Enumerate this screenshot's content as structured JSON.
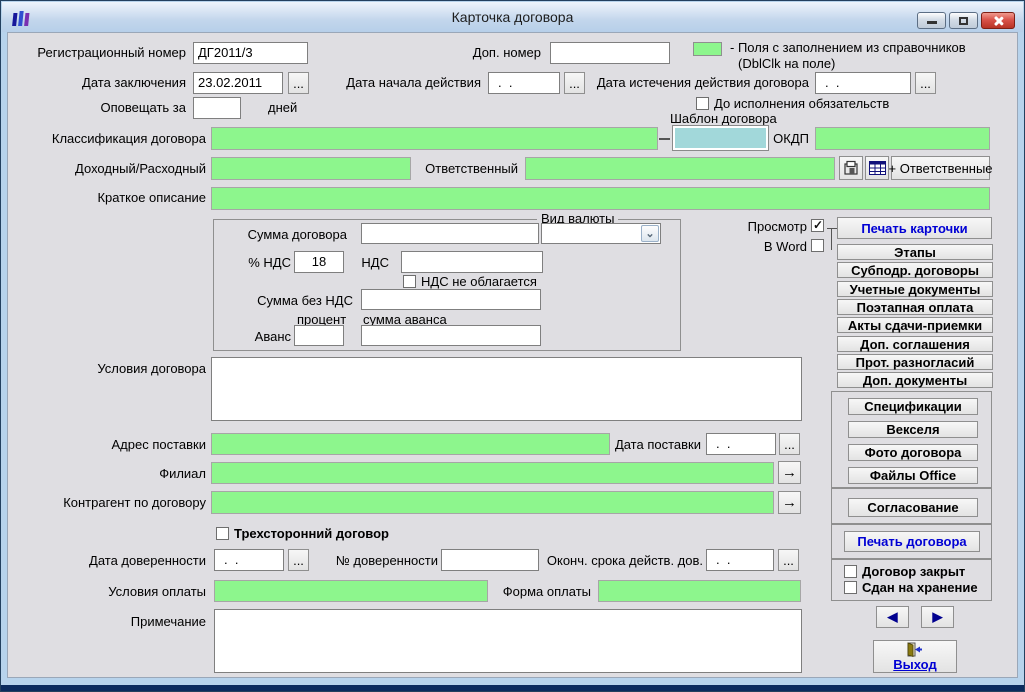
{
  "window": {
    "title": "Карточка договора"
  },
  "legend": {
    "line1": "- Поля с заполнением из справочников",
    "line2": "(DblClk на поле)"
  },
  "fields": {
    "reg_number": {
      "label": "Регистрационный номер",
      "value": "ДГ2011/3"
    },
    "extra_number": {
      "label": "Доп. номер",
      "value": ""
    },
    "conclusion_date": {
      "label": "Дата заключения",
      "value": "23.02.2011"
    },
    "start_date": {
      "label": "Дата начала действия",
      "value": ".  ."
    },
    "expiry_date": {
      "label": "Дата истечения действия договора",
      "value": ".  ."
    },
    "notify": {
      "label": "Оповещать за",
      "suffix": "дней",
      "value": ""
    },
    "classification": {
      "label": "Классификация договора",
      "value": ""
    },
    "template": {
      "label": "Шаблон договора",
      "value": ""
    },
    "okdp": {
      "label": "ОКДП",
      "value": ""
    },
    "income_expense": {
      "label": "Доходный/Расходный",
      "value": ""
    },
    "responsible": {
      "label": "Ответственный",
      "value": ""
    },
    "short_description": {
      "label": "Краткое описание",
      "value": ""
    },
    "contract_terms": {
      "label": "Условия договора",
      "value": ""
    },
    "delivery_address": {
      "label": "Адрес поставки",
      "value": ""
    },
    "delivery_date": {
      "label": "Дата поставки",
      "value": ".  ."
    },
    "branch": {
      "label": "Филиал",
      "value": ""
    },
    "counterparty": {
      "label": "Контрагент по договору",
      "value": ""
    },
    "poa_date": {
      "label": "Дата доверенности",
      "value": ".  ."
    },
    "poa_number": {
      "label": "№ доверенности",
      "value": ""
    },
    "poa_expiry": {
      "label": "Оконч. срока действ. дов.",
      "value": ".  ."
    },
    "payment_terms": {
      "label": "Условия оплаты",
      "value": ""
    },
    "payment_form": {
      "label": "Форма оплаты",
      "value": ""
    },
    "note": {
      "label": "Примечание",
      "value": ""
    }
  },
  "currency_group": {
    "title": "Вид валюты",
    "contract_sum_label": "Сумма договора",
    "vat_percent_label": "% НДС",
    "vat_percent_value": "18",
    "vat_label": "НДС",
    "vat_exempt_label": "НДС не облагается",
    "sum_without_vat_label": "Сумма без НДС",
    "percent_label": "процент",
    "advance_sum_label": "сумма аванса",
    "advance_label": "Аванс"
  },
  "checkboxes": {
    "until_obligations": {
      "label": "До исполнения обязательств",
      "checked": false
    },
    "preview": {
      "label": "Просмотр",
      "checked": true
    },
    "in_word": {
      "label": "В Word",
      "checked": false
    },
    "tripartite": {
      "label": "Трехсторонний договор",
      "checked": false
    },
    "contract_closed": {
      "label": "Договор закрыт",
      "checked": false
    },
    "archived": {
      "label": "Сдан на хранение",
      "checked": false
    }
  },
  "buttons": {
    "ellipsis": "...",
    "add_responsible": "+ Ответственные",
    "print_card": "Печать карточки",
    "stack": [
      "Этапы",
      "Субподр. договоры",
      "Учетные документы",
      "Поэтапная оплата",
      "Акты сдачи-приемки",
      "Доп. соглашения",
      "Прот. разногласий",
      "Доп. документы"
    ],
    "docs": [
      "Спецификации",
      "Векселя",
      "Фото договора",
      "Файлы Office"
    ],
    "approval": "Согласование",
    "print_contract": "Печать договора",
    "exit": "Выход"
  },
  "icons": {
    "arrow_right": "→",
    "nav_prev": "◀",
    "nav_next": "▶",
    "dropdown": "⌄"
  },
  "colors": {
    "reference_field_green": "#8DF68D",
    "template_field_teal": "#A2D8DA",
    "action_link_blue": "#0000D4"
  }
}
